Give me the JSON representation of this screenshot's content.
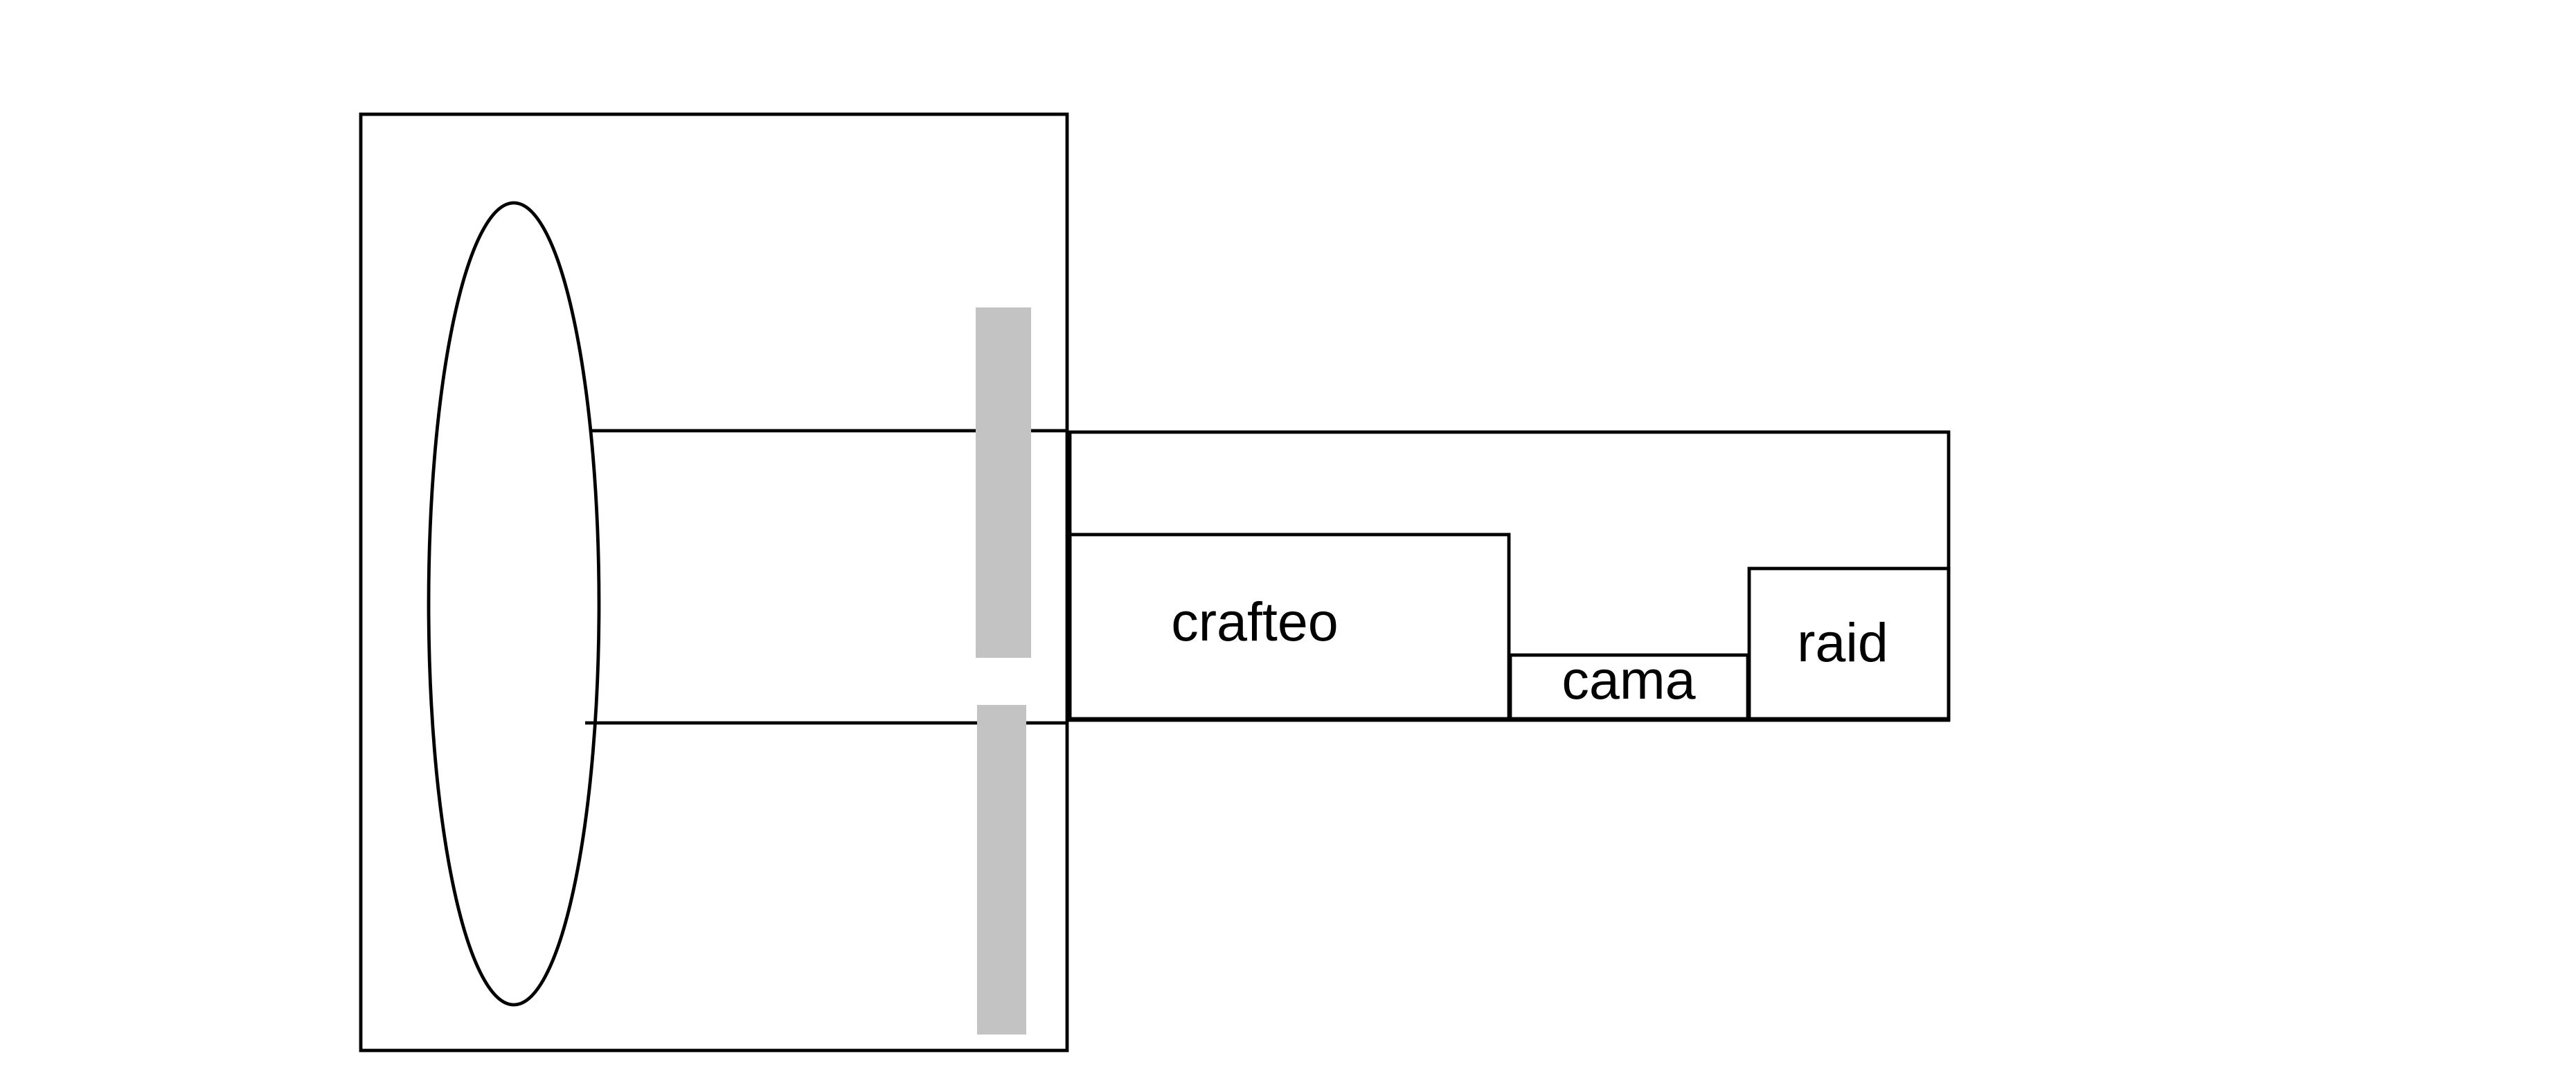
{
  "diagram": {
    "labels": {
      "crafting": "crafteo",
      "bed": "cama",
      "raid": "raid"
    },
    "colors": {
      "background": "#ffffff",
      "line": "#000000",
      "bar_fill": "#c3c3c3"
    }
  }
}
